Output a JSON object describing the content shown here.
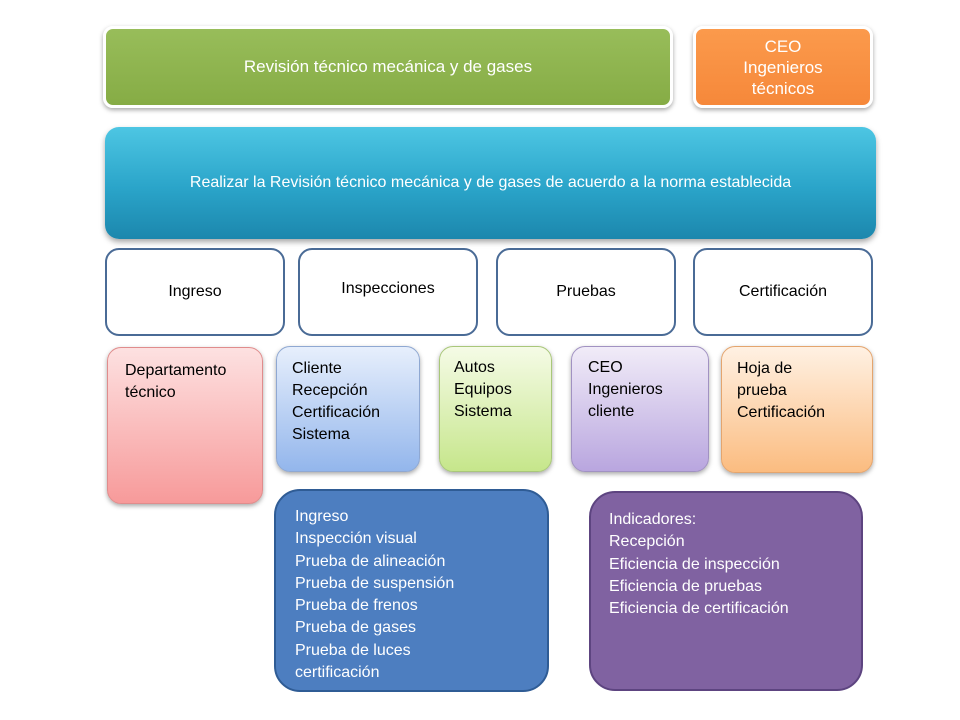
{
  "top": {
    "title": "Revisión técnico mecánica y de gases",
    "roles": [
      "CEO",
      "Ingenieros",
      "técnicos"
    ]
  },
  "banner": {
    "objective": "Realizar la Revisión técnico mecánica y de gases de acuerdo a la norma establecida"
  },
  "processes": [
    "Ingreso",
    "Inspecciones",
    "Pruebas",
    "Certificación"
  ],
  "resources": {
    "ingreso": [
      "Departamento",
      "técnico"
    ],
    "inspecciones": [
      "Cliente",
      "Recepción",
      "Certificación",
      "Sistema"
    ],
    "pruebas": [
      "Autos",
      "Equipos",
      "Sistema"
    ],
    "personas": [
      "CEO",
      "Ingenieros",
      "cliente"
    ],
    "certificacion": [
      "Hoja de",
      "prueba",
      "Certificación"
    ]
  },
  "activities": [
    "Ingreso",
    "Inspección visual",
    "Prueba de alineación",
    "Prueba de suspensión",
    "Prueba de frenos",
    "Prueba de gases",
    "Prueba de luces",
    "certificación"
  ],
  "indicators": [
    "Indicadores:",
    "Recepción",
    "Eficiencia de inspección",
    "Eficiencia de pruebas",
    "Eficiencia de certificación"
  ],
  "colors": {
    "green": "#8cb24c",
    "orange": "#f79646",
    "blue": "#31a9cf",
    "process_border": "#4a6b96",
    "activities_fill": "#4d7ec0",
    "indicators_fill": "#8062a1"
  }
}
